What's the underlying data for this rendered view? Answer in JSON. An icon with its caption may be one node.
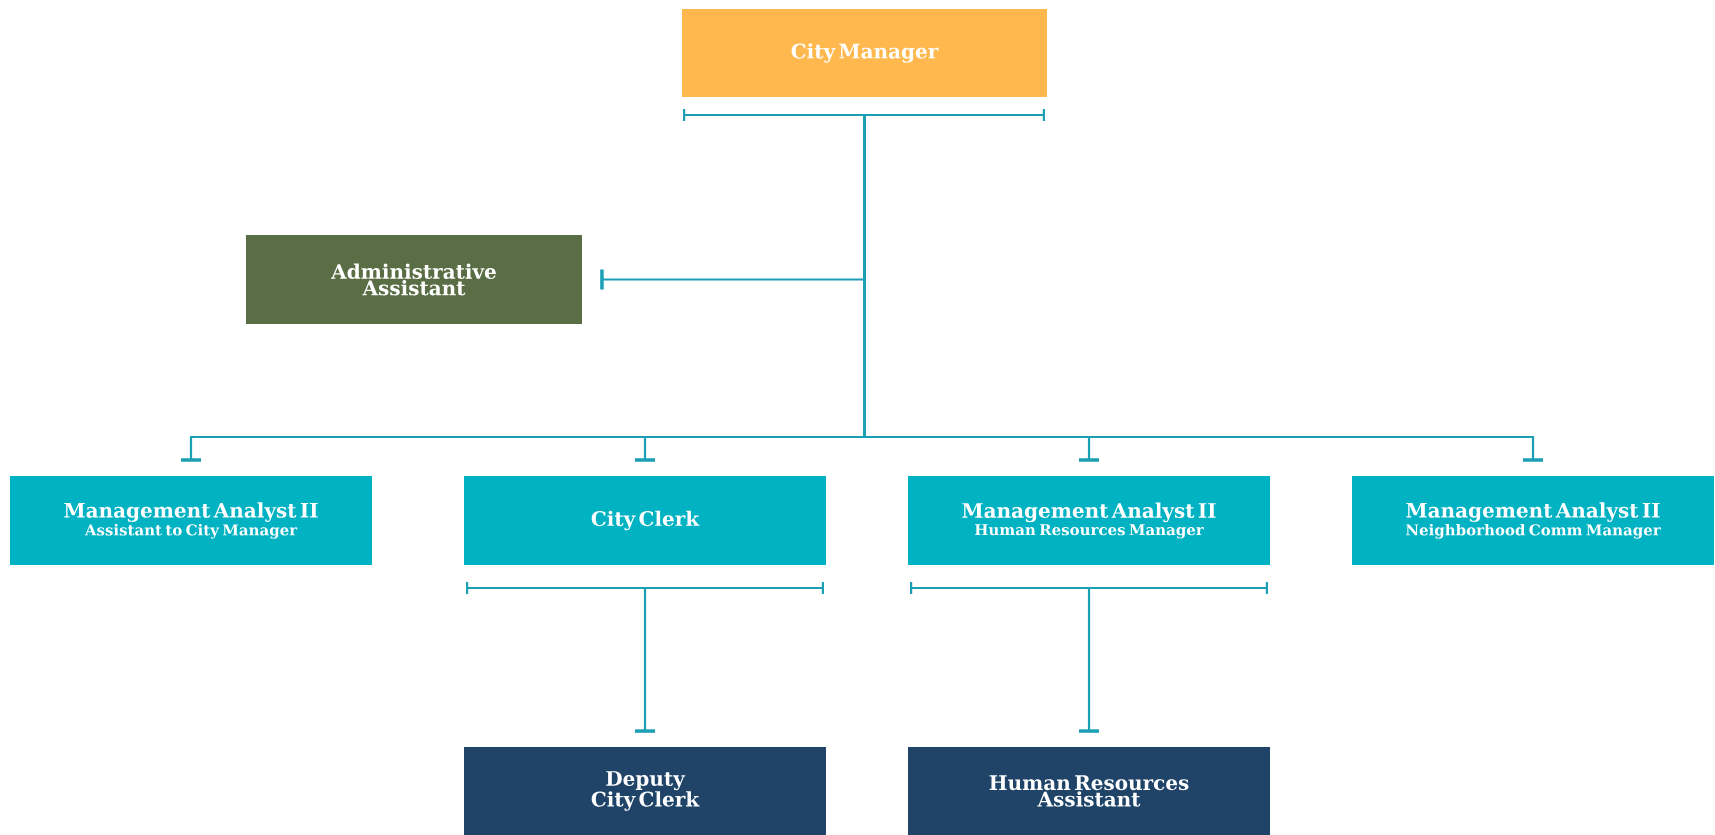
{
  "diagram": {
    "nodes": [
      {
        "text": [
          "City Manager"
        ]
      },
      {
        "text": [
          "Administrative Assistant"
        ]
      },
      {
        "text": [
          "Management Analyst II",
          "Assistant to City Manager"
        ]
      },
      {
        "text": [
          "City Clerk"
        ]
      },
      {
        "text": [
          "Management Analyst II",
          "Human Resources Manager"
        ]
      },
      {
        "text": [
          "Management Analyst II",
          "Neighborhood Comm Manager"
        ]
      },
      {
        "text": [
          "Deputy City Clerk"
        ]
      },
      {
        "text": [
          "Human Resources Assistant"
        ]
      }
    ],
    "edges": [
      {
        "from": 0,
        "to": 1,
        "arrow": "other"
      },
      {
        "from": 0,
        "to": 2,
        "arrow": "other"
      },
      {
        "from": 0,
        "to": 3,
        "arrow": "other"
      },
      {
        "from": 0,
        "to": 4,
        "arrow": "other"
      },
      {
        "from": 0,
        "to": 5,
        "arrow": "other"
      },
      {
        "from": 3,
        "to": 6,
        "arrow": "other"
      },
      {
        "from": 4,
        "to": 7,
        "arrow": "other"
      }
    ]
  }
}
